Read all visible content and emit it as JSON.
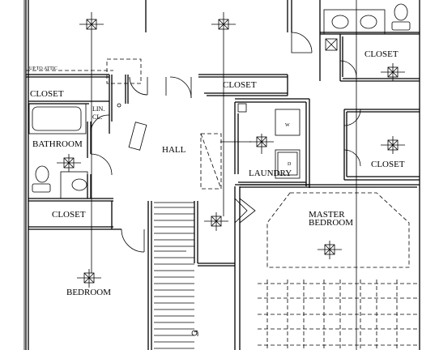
{
  "labels": {
    "up_to_attic": "UP TO ATTIC",
    "closet_top_left": "CLOSET",
    "closet_top_mid": "CLOSET",
    "closet_top_right": "CLOSET",
    "lin_cl_line1": "LIN.",
    "lin_cl_line2": "CL.",
    "bathroom": "BATHROOM",
    "hall": "HALL",
    "laundry": "LAUNDRY",
    "washer": "W",
    "dryer": "D",
    "closet_right_mid": "CLOSET",
    "closet_left_low": "CLOSET",
    "master_bedroom_line1": "MASTER",
    "master_bedroom_line2": "BEDROOM",
    "bedroom": "BEDROOM"
  }
}
